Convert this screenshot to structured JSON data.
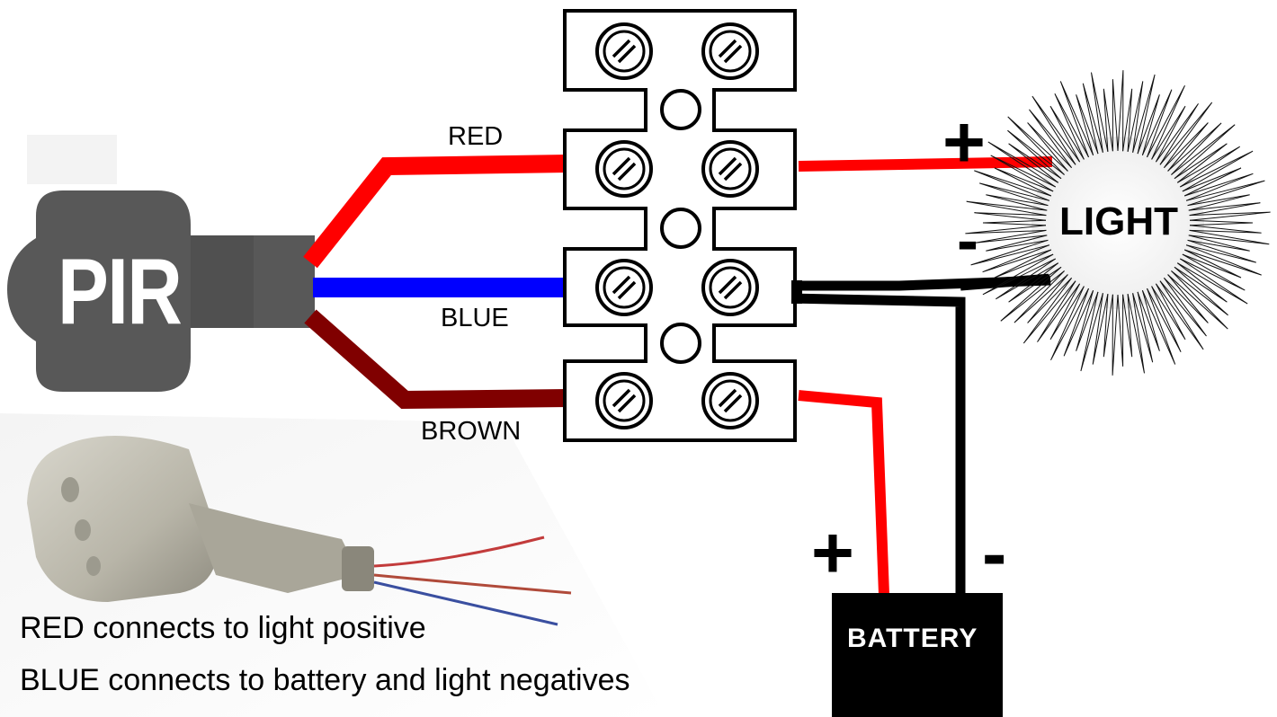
{
  "sensor": {
    "label": "PIR"
  },
  "wires": {
    "red": "RED",
    "blue": "BLUE",
    "brown": "BROWN"
  },
  "light": {
    "label": "LIGHT",
    "plus": "+",
    "minus": "-"
  },
  "battery": {
    "label": "BATTERY",
    "plus": "+",
    "minus": "-"
  },
  "notes": {
    "red_note": "RED connects to light positive",
    "blue_note": "BLUE connects to battery and light negatives"
  },
  "colors": {
    "red_wire": "#ff0000",
    "blue_wire": "#0000ff",
    "brown_wire": "#800000",
    "black_wire": "#000000",
    "pir_body": "#585858",
    "battery_body": "#000000"
  }
}
